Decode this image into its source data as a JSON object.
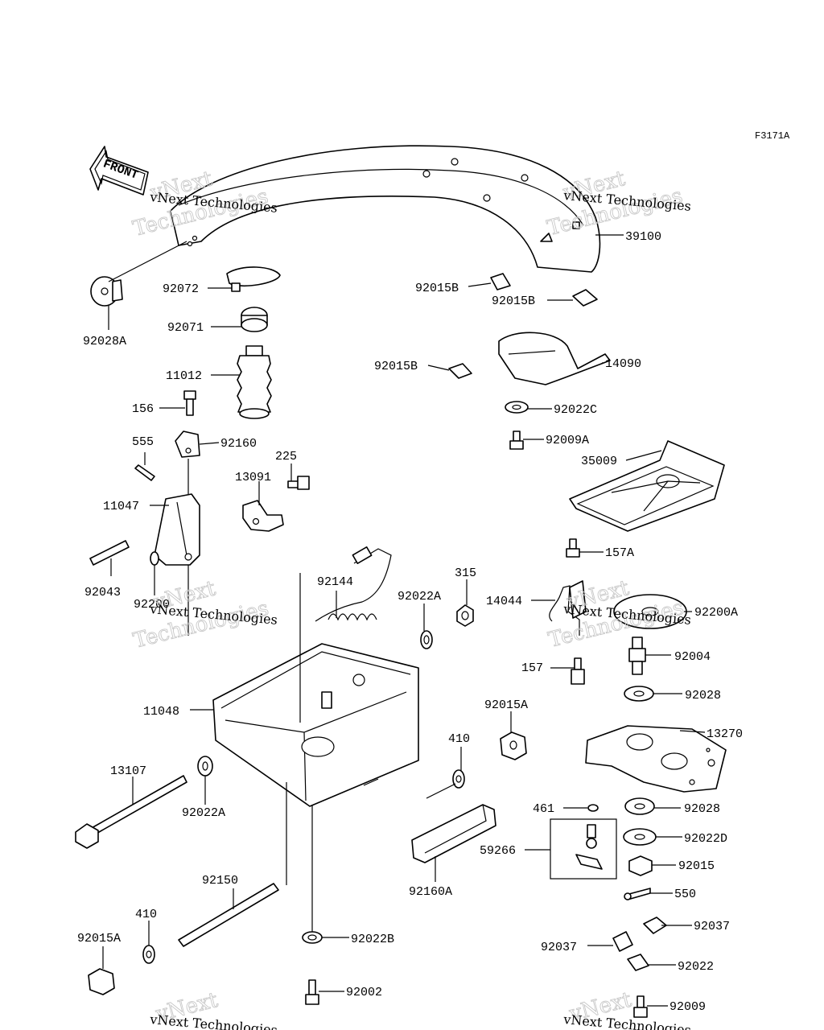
{
  "figure_id": "F3171A",
  "front_label": "FRONT",
  "watermark": {
    "line1": "vNext",
    "line2": "Technologies",
    "caption": "vNext Technologies"
  },
  "parts": [
    {
      "label": "39100"
    },
    {
      "label": "92028A"
    },
    {
      "label": "92072"
    },
    {
      "label": "92071"
    },
    {
      "label": "92015B"
    },
    {
      "label": "92015B"
    },
    {
      "label": "92015B"
    },
    {
      "label": "14090"
    },
    {
      "label": "11012"
    },
    {
      "label": "156"
    },
    {
      "label": "92022C"
    },
    {
      "label": "92009A"
    },
    {
      "label": "555"
    },
    {
      "label": "92160"
    },
    {
      "label": "225"
    },
    {
      "label": "13091"
    },
    {
      "label": "35009"
    },
    {
      "label": "11047"
    },
    {
      "label": "157A"
    },
    {
      "label": "92043"
    },
    {
      "label": "92200"
    },
    {
      "label": "92144"
    },
    {
      "label": "92022A"
    },
    {
      "label": "315"
    },
    {
      "label": "14044"
    },
    {
      "label": "92200A"
    },
    {
      "label": "92004"
    },
    {
      "label": "157"
    },
    {
      "label": "92028"
    },
    {
      "label": "11048"
    },
    {
      "label": "92015A"
    },
    {
      "label": "13270"
    },
    {
      "label": "13107"
    },
    {
      "label": "410"
    },
    {
      "label": "92022A"
    },
    {
      "label": "461"
    },
    {
      "label": "92028"
    },
    {
      "label": "59266"
    },
    {
      "label": "92022D"
    },
    {
      "label": "92015"
    },
    {
      "label": "92160A"
    },
    {
      "label": "92150"
    },
    {
      "label": "550"
    },
    {
      "label": "410"
    },
    {
      "label": "92037"
    },
    {
      "label": "92015A"
    },
    {
      "label": "92022B"
    },
    {
      "label": "92037"
    },
    {
      "label": "92022"
    },
    {
      "label": "92002"
    },
    {
      "label": "92009"
    }
  ]
}
